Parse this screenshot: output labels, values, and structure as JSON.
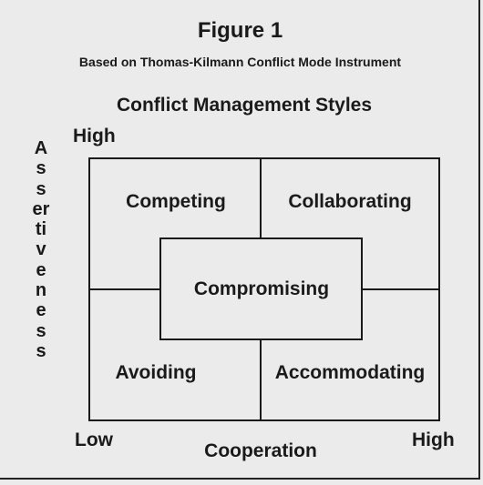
{
  "figure": {
    "title": "Figure 1",
    "subtitle": "Based on Thomas-Kilmann Conflict Mode Instrument"
  },
  "diagram": {
    "title": "Conflict Management Styles",
    "y_axis": {
      "label": "Assertiveness",
      "high": "High"
    },
    "x_axis": {
      "label": "Cooperation",
      "low": "Low",
      "high": "High"
    },
    "quadrants": {
      "top_left": "Competing",
      "top_right": "Collaborating",
      "bottom_left": "Avoiding",
      "bottom_right": "Accommodating",
      "center": "Compromising"
    },
    "line_color": "#1a1a1a",
    "background_color": "#ebebeb"
  }
}
